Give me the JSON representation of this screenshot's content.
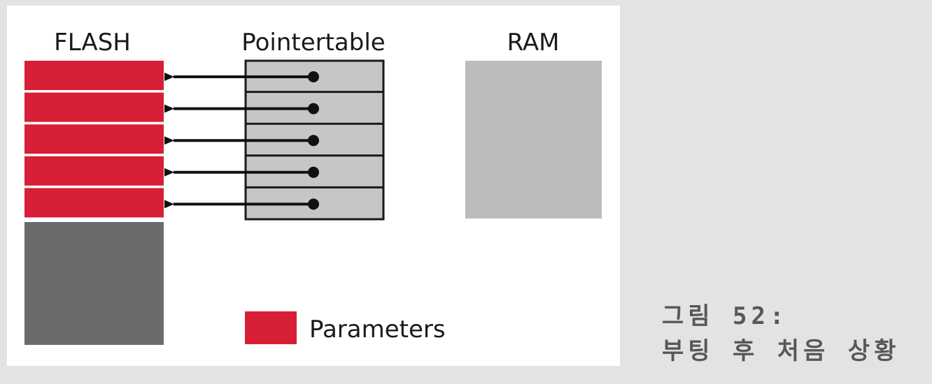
{
  "diagram": {
    "flash_label": "FLASH",
    "pointertable_label": "Pointertable",
    "ram_label": "RAM",
    "legend_label": "Parameters",
    "parameter_count": 5,
    "colors": {
      "parameter": "#d61f36",
      "flash_free": "#6b6b6d",
      "pointer_cell": "#c6c6c8",
      "ram": "#bcbcbe",
      "arrow": "#111111"
    }
  },
  "caption": {
    "line1": "그림 52:",
    "line2": "부팅 후 처음 상황"
  }
}
